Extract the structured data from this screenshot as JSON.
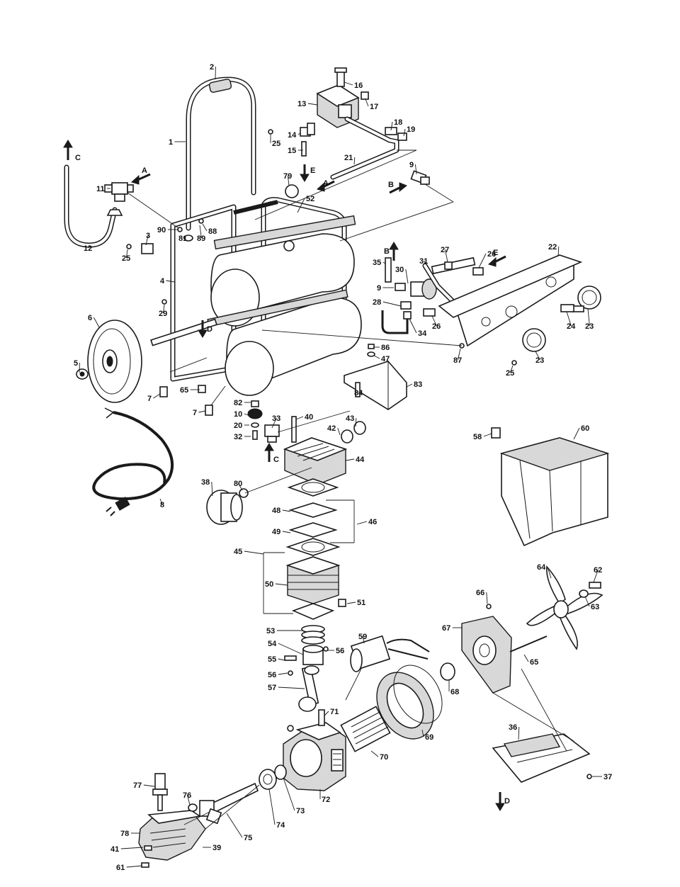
{
  "labels": [
    {
      "id": "p1",
      "text": "1"
    },
    {
      "id": "p2",
      "text": "2"
    },
    {
      "id": "p3",
      "text": "3"
    },
    {
      "id": "p4",
      "text": "4"
    },
    {
      "id": "p5",
      "text": "5"
    },
    {
      "id": "p6",
      "text": "6"
    },
    {
      "id": "p7a",
      "text": "7"
    },
    {
      "id": "p7b",
      "text": "7"
    },
    {
      "id": "p8",
      "text": "8"
    },
    {
      "id": "p9a",
      "text": "9"
    },
    {
      "id": "p9b",
      "text": "9"
    },
    {
      "id": "p10",
      "text": "10"
    },
    {
      "id": "p11",
      "text": "11"
    },
    {
      "id": "p12",
      "text": "12"
    },
    {
      "id": "p13",
      "text": "13"
    },
    {
      "id": "p14",
      "text": "14"
    },
    {
      "id": "p15",
      "text": "15"
    },
    {
      "id": "p16",
      "text": "16"
    },
    {
      "id": "p17",
      "text": "17"
    },
    {
      "id": "p18",
      "text": "18"
    },
    {
      "id": "p19",
      "text": "19"
    },
    {
      "id": "p20",
      "text": "20"
    },
    {
      "id": "p21",
      "text": "21"
    },
    {
      "id": "p22",
      "text": "22"
    },
    {
      "id": "p23a",
      "text": "23"
    },
    {
      "id": "p23b",
      "text": "23"
    },
    {
      "id": "p24",
      "text": "24"
    },
    {
      "id": "p25a",
      "text": "25"
    },
    {
      "id": "p25b",
      "text": "25"
    },
    {
      "id": "p25c",
      "text": "25"
    },
    {
      "id": "p26a",
      "text": "26"
    },
    {
      "id": "p26b",
      "text": "26"
    },
    {
      "id": "p27",
      "text": "27"
    },
    {
      "id": "p28",
      "text": "28"
    },
    {
      "id": "p29",
      "text": "29"
    },
    {
      "id": "p30",
      "text": "30"
    },
    {
      "id": "p31",
      "text": "31"
    },
    {
      "id": "p32",
      "text": "32"
    },
    {
      "id": "p33",
      "text": "33"
    },
    {
      "id": "p34",
      "text": "34"
    },
    {
      "id": "p35",
      "text": "35"
    },
    {
      "id": "p36",
      "text": "36"
    },
    {
      "id": "p37",
      "text": "37"
    },
    {
      "id": "p38",
      "text": "38"
    },
    {
      "id": "p39",
      "text": "39"
    },
    {
      "id": "p40",
      "text": "40"
    },
    {
      "id": "p41",
      "text": "41"
    },
    {
      "id": "p42",
      "text": "42"
    },
    {
      "id": "p43",
      "text": "43"
    },
    {
      "id": "p44",
      "text": "44"
    },
    {
      "id": "p45",
      "text": "45"
    },
    {
      "id": "p46",
      "text": "46"
    },
    {
      "id": "p47",
      "text": "47"
    },
    {
      "id": "p48",
      "text": "48"
    },
    {
      "id": "p49",
      "text": "49"
    },
    {
      "id": "p50",
      "text": "50"
    },
    {
      "id": "p51",
      "text": "51"
    },
    {
      "id": "p52",
      "text": "52"
    },
    {
      "id": "p53",
      "text": "53"
    },
    {
      "id": "p54",
      "text": "54"
    },
    {
      "id": "p55",
      "text": "55"
    },
    {
      "id": "p56a",
      "text": "56"
    },
    {
      "id": "p56b",
      "text": "56"
    },
    {
      "id": "p57",
      "text": "57"
    },
    {
      "id": "p58",
      "text": "58"
    },
    {
      "id": "p59",
      "text": "59"
    },
    {
      "id": "p60",
      "text": "60"
    },
    {
      "id": "p61",
      "text": "61"
    },
    {
      "id": "p62",
      "text": "62"
    },
    {
      "id": "p63",
      "text": "63"
    },
    {
      "id": "p64",
      "text": "64"
    },
    {
      "id": "p65a",
      "text": "65"
    },
    {
      "id": "p65b",
      "text": "65"
    },
    {
      "id": "p66",
      "text": "66"
    },
    {
      "id": "p67",
      "text": "67"
    },
    {
      "id": "p68",
      "text": "68"
    },
    {
      "id": "p69",
      "text": "69"
    },
    {
      "id": "p70",
      "text": "70"
    },
    {
      "id": "p71",
      "text": "71"
    },
    {
      "id": "p72",
      "text": "72"
    },
    {
      "id": "p73",
      "text": "73"
    },
    {
      "id": "p74",
      "text": "74"
    },
    {
      "id": "p75",
      "text": "75"
    },
    {
      "id": "p76",
      "text": "76"
    },
    {
      "id": "p77",
      "text": "77"
    },
    {
      "id": "p78",
      "text": "78"
    },
    {
      "id": "p79",
      "text": "79"
    },
    {
      "id": "p80",
      "text": "80"
    },
    {
      "id": "p81",
      "text": "81"
    },
    {
      "id": "p82",
      "text": "82"
    },
    {
      "id": "p83",
      "text": "83"
    },
    {
      "id": "p84",
      "text": "84"
    },
    {
      "id": "p86",
      "text": "86"
    },
    {
      "id": "p87",
      "text": "87"
    },
    {
      "id": "p88",
      "text": "88"
    },
    {
      "id": "p89",
      "text": "89"
    },
    {
      "id": "p90",
      "text": "90"
    }
  ],
  "connection_markers": [
    {
      "id": "mA1",
      "text": "A"
    },
    {
      "id": "mA2",
      "text": "A"
    },
    {
      "id": "mB1",
      "text": "B"
    },
    {
      "id": "mB2",
      "text": "B"
    },
    {
      "id": "mC1",
      "text": "C"
    },
    {
      "id": "mC2",
      "text": "C"
    },
    {
      "id": "mD1",
      "text": "D"
    },
    {
      "id": "mD2",
      "text": "D"
    },
    {
      "id": "mE1",
      "text": "E"
    },
    {
      "id": "mE2",
      "text": "E"
    }
  ]
}
